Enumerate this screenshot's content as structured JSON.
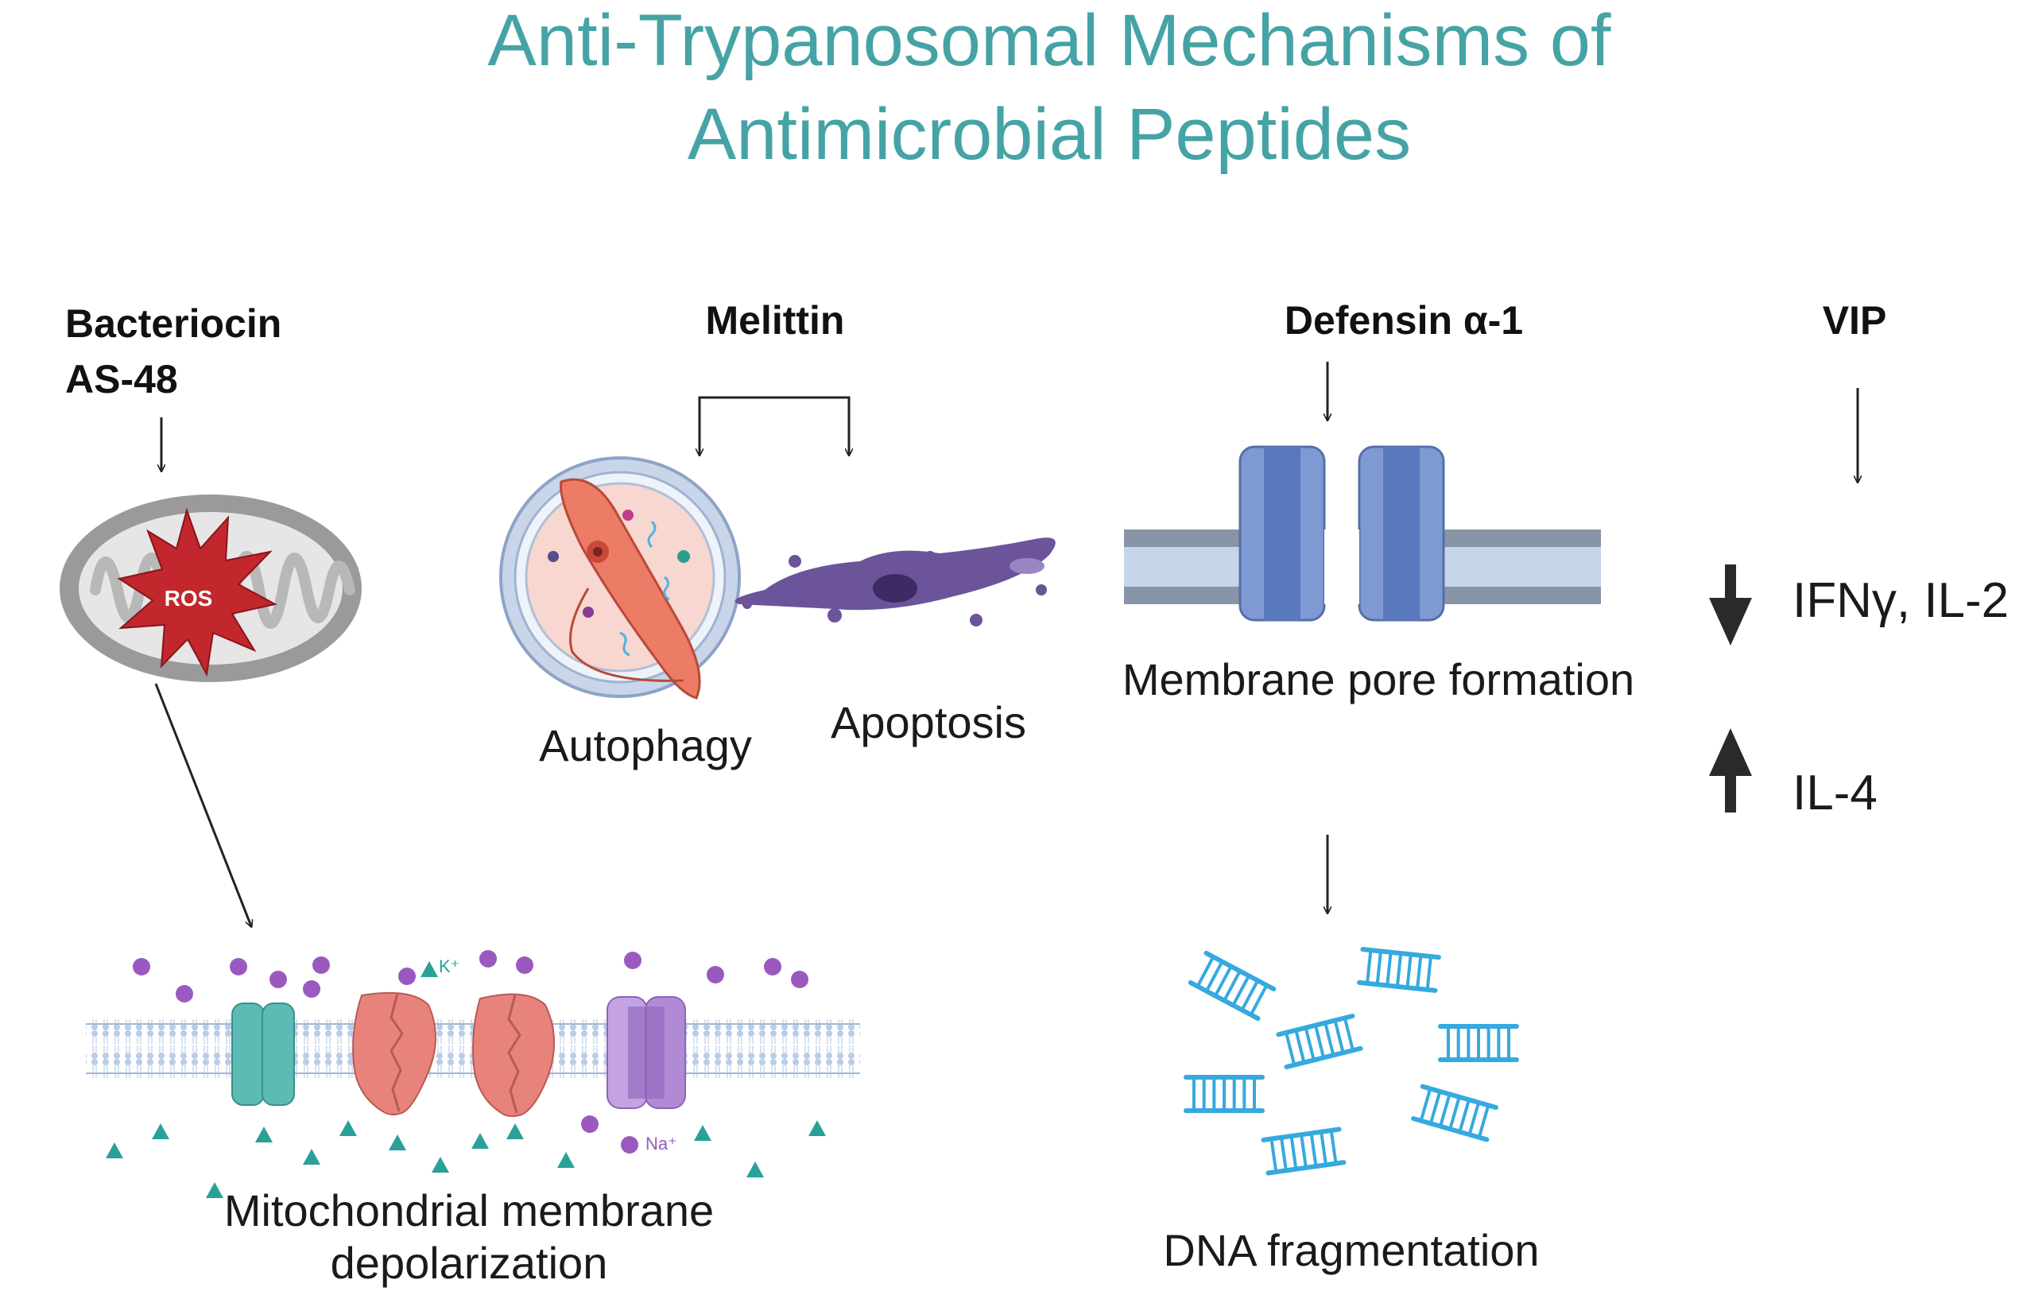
{
  "title": {
    "line1": "Anti-Trypanosomal Mechanisms of",
    "line2": "Antimicrobial Peptides"
  },
  "bacteriocin": {
    "name_line1": "Bacteriocin",
    "name_line2": "AS-48",
    "ros_label": "ROS",
    "effect_line1": "Mitochondrial membrane",
    "effect_line2": "depolarization",
    "ion_k": "K⁺",
    "ion_na": "Na⁺"
  },
  "melittin": {
    "name": "Melittin",
    "effect_autophagy": "Autophagy",
    "effect_apoptosis": "Apoptosis"
  },
  "defensin": {
    "name": "Defensin α-1",
    "effect_pore": "Membrane pore formation",
    "effect_dna": "DNA fragmentation"
  },
  "vip": {
    "name": "VIP",
    "decreased": "IFNγ, IL-2",
    "increased": "IL-4"
  },
  "colors": {
    "title": "#46a3a5",
    "ros": "#c1272d",
    "teal_channel": "#5bbcb5",
    "red_channel": "#e8837c",
    "purple_channel": "#b18ad6",
    "pore": "#6f8fcc",
    "dna": "#36a9de",
    "ion_purple": "#9b59c0",
    "ion_teal": "#2aa198"
  }
}
